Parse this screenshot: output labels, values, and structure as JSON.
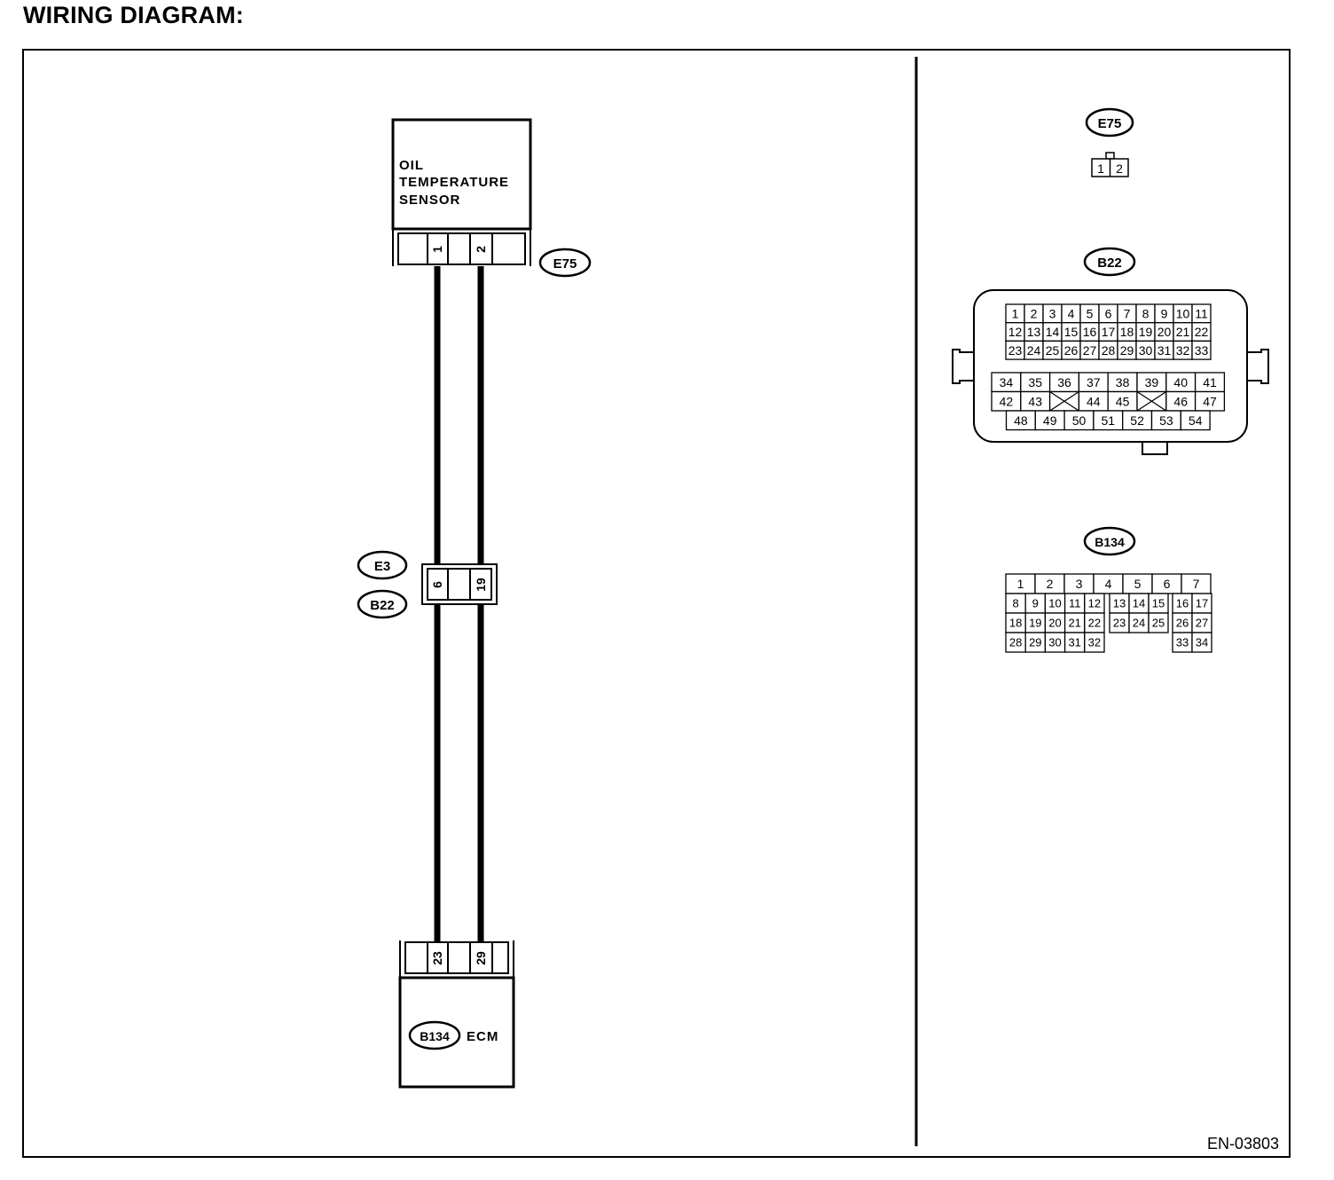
{
  "title": "WIRING DIAGRAM:",
  "figure_code": "EN-03803",
  "sensor": {
    "label_lines": [
      "OIL",
      "TEMPERATURE",
      "SENSOR"
    ],
    "connector": "E75",
    "pins": [
      "1",
      "2"
    ]
  },
  "junction": {
    "connectors": [
      "E3",
      "B22"
    ],
    "pins": [
      "6",
      "19"
    ]
  },
  "ecm": {
    "label": "ECM",
    "connector": "B134",
    "pins": [
      "23",
      "29"
    ]
  },
  "connector_views": {
    "e75": {
      "label": "E75",
      "pins": [
        "1",
        "2"
      ]
    },
    "b22": {
      "label": "B22",
      "rows_top": [
        [
          "1",
          "2",
          "3",
          "4",
          "5",
          "6",
          "7",
          "8",
          "9",
          "10",
          "11"
        ],
        [
          "12",
          "13",
          "14",
          "15",
          "16",
          "17",
          "18",
          "19",
          "20",
          "21",
          "22"
        ],
        [
          "23",
          "24",
          "25",
          "26",
          "27",
          "28",
          "29",
          "30",
          "31",
          "32",
          "33"
        ]
      ],
      "rows_bottom": [
        [
          "34",
          "35",
          "36",
          "37",
          "38",
          "39",
          "40",
          "41"
        ],
        [
          "42",
          "43",
          "",
          "44",
          "45",
          "",
          "46",
          "47"
        ],
        [
          "48",
          "49",
          "50",
          "51",
          "52",
          "53",
          "54"
        ]
      ]
    },
    "b134": {
      "label": "B134",
      "row1": [
        "1",
        "2",
        "3",
        "4",
        "5",
        "6",
        "7"
      ],
      "row2": [
        "8",
        "9",
        "10",
        "11",
        "12",
        "13",
        "14",
        "15",
        "16",
        "17"
      ],
      "row3": [
        "18",
        "19",
        "20",
        "21",
        "22",
        "23",
        "24",
        "25",
        "26",
        "27"
      ],
      "row4a": [
        "28",
        "29",
        "30",
        "31",
        "32"
      ],
      "row4b": [
        "33",
        "34"
      ]
    }
  }
}
